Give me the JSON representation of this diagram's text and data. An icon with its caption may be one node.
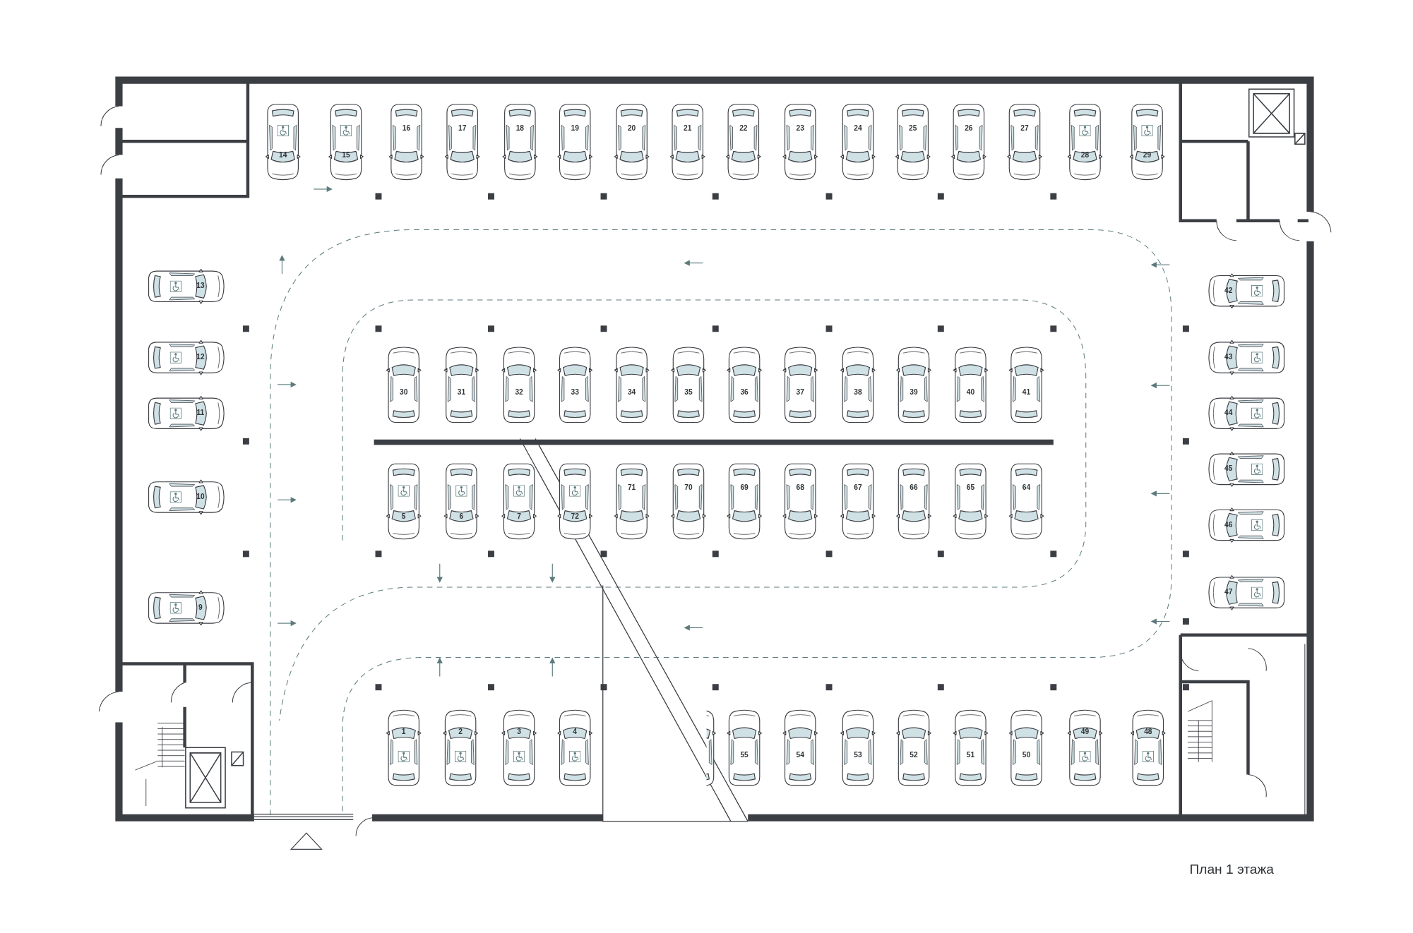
{
  "diagram": {
    "title": "План 1 этажа",
    "nodes": [
      {
        "text": [
          "14"
        ]
      },
      {
        "text": [
          "15"
        ]
      },
      {
        "text": [
          "16"
        ]
      },
      {
        "text": [
          "17"
        ]
      },
      {
        "text": [
          "18"
        ]
      },
      {
        "text": [
          "19"
        ]
      },
      {
        "text": [
          "20"
        ]
      },
      {
        "text": [
          "21"
        ]
      },
      {
        "text": [
          "22"
        ]
      },
      {
        "text": [
          "23"
        ]
      },
      {
        "text": [
          "24"
        ]
      },
      {
        "text": [
          "25"
        ]
      },
      {
        "text": [
          "26"
        ]
      },
      {
        "text": [
          "27"
        ]
      },
      {
        "text": [
          "28"
        ]
      },
      {
        "text": [
          "29"
        ]
      },
      {
        "text": [
          "13"
        ]
      },
      {
        "text": [
          "12"
        ]
      },
      {
        "text": [
          "11"
        ]
      },
      {
        "text": [
          "10"
        ]
      },
      {
        "text": [
          "9"
        ]
      },
      {
        "text": [
          "30"
        ]
      },
      {
        "text": [
          "31"
        ]
      },
      {
        "text": [
          "32"
        ]
      },
      {
        "text": [
          "33"
        ]
      },
      {
        "text": [
          "34"
        ]
      },
      {
        "text": [
          "35"
        ]
      },
      {
        "text": [
          "36"
        ]
      },
      {
        "text": [
          "37"
        ]
      },
      {
        "text": [
          "38"
        ]
      },
      {
        "text": [
          "39"
        ]
      },
      {
        "text": [
          "40"
        ]
      },
      {
        "text": [
          "41"
        ]
      },
      {
        "text": [
          "5"
        ]
      },
      {
        "text": [
          "6"
        ]
      },
      {
        "text": [
          "7"
        ]
      },
      {
        "text": [
          "72"
        ]
      },
      {
        "text": [
          "71"
        ]
      },
      {
        "text": [
          "70"
        ]
      },
      {
        "text": [
          "69"
        ]
      },
      {
        "text": [
          "68"
        ]
      },
      {
        "text": [
          "67"
        ]
      },
      {
        "text": [
          "66"
        ]
      },
      {
        "text": [
          "65"
        ]
      },
      {
        "text": [
          "64"
        ]
      },
      {
        "text": [
          "42"
        ]
      },
      {
        "text": [
          "43"
        ]
      },
      {
        "text": [
          "44"
        ]
      },
      {
        "text": [
          "45"
        ]
      },
      {
        "text": [
          "46"
        ]
      },
      {
        "text": [
          "47"
        ]
      },
      {
        "text": [
          "1"
        ]
      },
      {
        "text": [
          "2"
        ]
      },
      {
        "text": [
          "3"
        ]
      },
      {
        "text": [
          "4"
        ]
      },
      {
        "text": [],
        "shape": "car"
      },
      {
        "text": [
          "55"
        ]
      },
      {
        "text": [
          "54"
        ]
      },
      {
        "text": [
          "53"
        ]
      },
      {
        "text": [
          "52"
        ]
      },
      {
        "text": [
          "51"
        ]
      },
      {
        "text": [
          "50"
        ]
      },
      {
        "text": [
          "49"
        ]
      },
      {
        "text": [
          "48"
        ]
      }
    ]
  }
}
